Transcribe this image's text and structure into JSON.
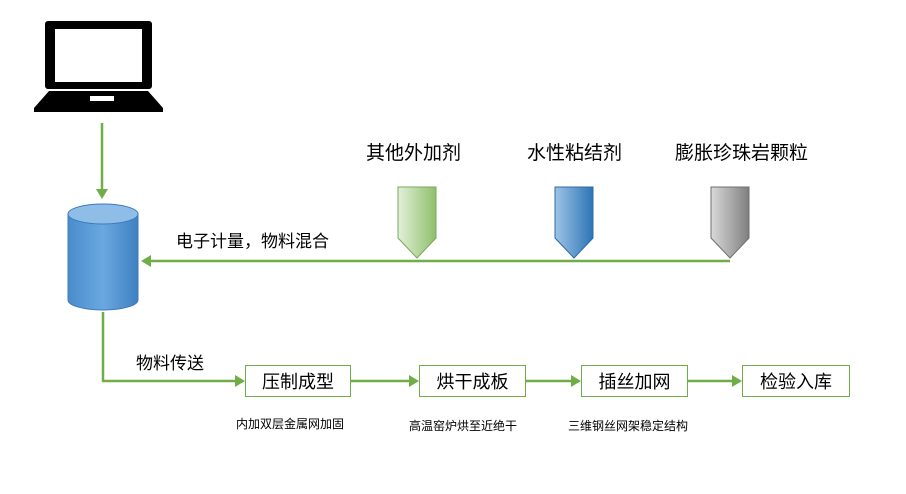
{
  "colors": {
    "flow_line": "#70ad47",
    "cylinder": "#5b9bd5",
    "cylinder_edge": "#3d7ab8",
    "laptop": "#000000"
  },
  "icons": {
    "computer": "laptop-icon",
    "storage": "storage-cylinder-icon"
  },
  "materials": [
    {
      "label": "其他外加剂",
      "color": "#a9d18e"
    },
    {
      "label": "水性粘结剂",
      "color": "#2e75b6"
    },
    {
      "label": "膨胀珍珠岩颗粒",
      "color": "#8c8c8c"
    }
  ],
  "flow": {
    "mixing_label": "电子计量，物料混合",
    "transfer_label": "物料传送"
  },
  "steps": [
    {
      "label": "压制成型",
      "note": "内加双层金属网加固"
    },
    {
      "label": "烘干成板",
      "note": "高温窑炉烘至近绝干"
    },
    {
      "label": "插丝加网",
      "note": "三维钢丝网架稳定结构"
    },
    {
      "label": "检验入库",
      "note": ""
    }
  ]
}
